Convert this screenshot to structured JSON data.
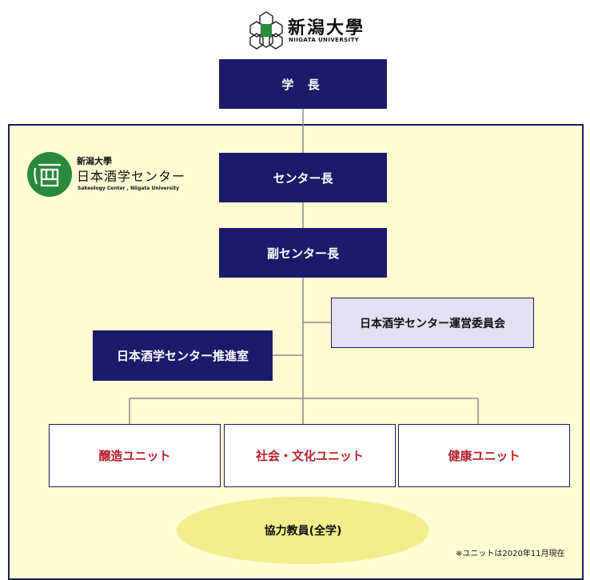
{
  "university_logo": {
    "name": "新潟大學",
    "name_en": "NIIGATA UNIVERSITY"
  },
  "center_logo": {
    "university": "新潟大學",
    "name": "日本酒学センター",
    "name_en": "Sakeology Center , Niigata University"
  },
  "org": {
    "president": "学 長",
    "director": "センター長",
    "vice_director": "副センター長",
    "committee": "日本酒学センター運営委員会",
    "promotion_office": "日本酒学センター推進室",
    "units": [
      "醸造ユニット",
      "社会・文化ユニット",
      "健康ユニット"
    ],
    "cooperating_faculty": "協力教員(全学)"
  },
  "note": "※ユニットは2020年11月現在",
  "colors": {
    "navy": "#1d1a6b",
    "frame_fill": "#fffbd3",
    "committee_fill": "#e4e0f3",
    "unit_text": "#b71f2e",
    "ellipse_fill": "#f3ee8d",
    "logo_green": "#2a8a3b"
  }
}
